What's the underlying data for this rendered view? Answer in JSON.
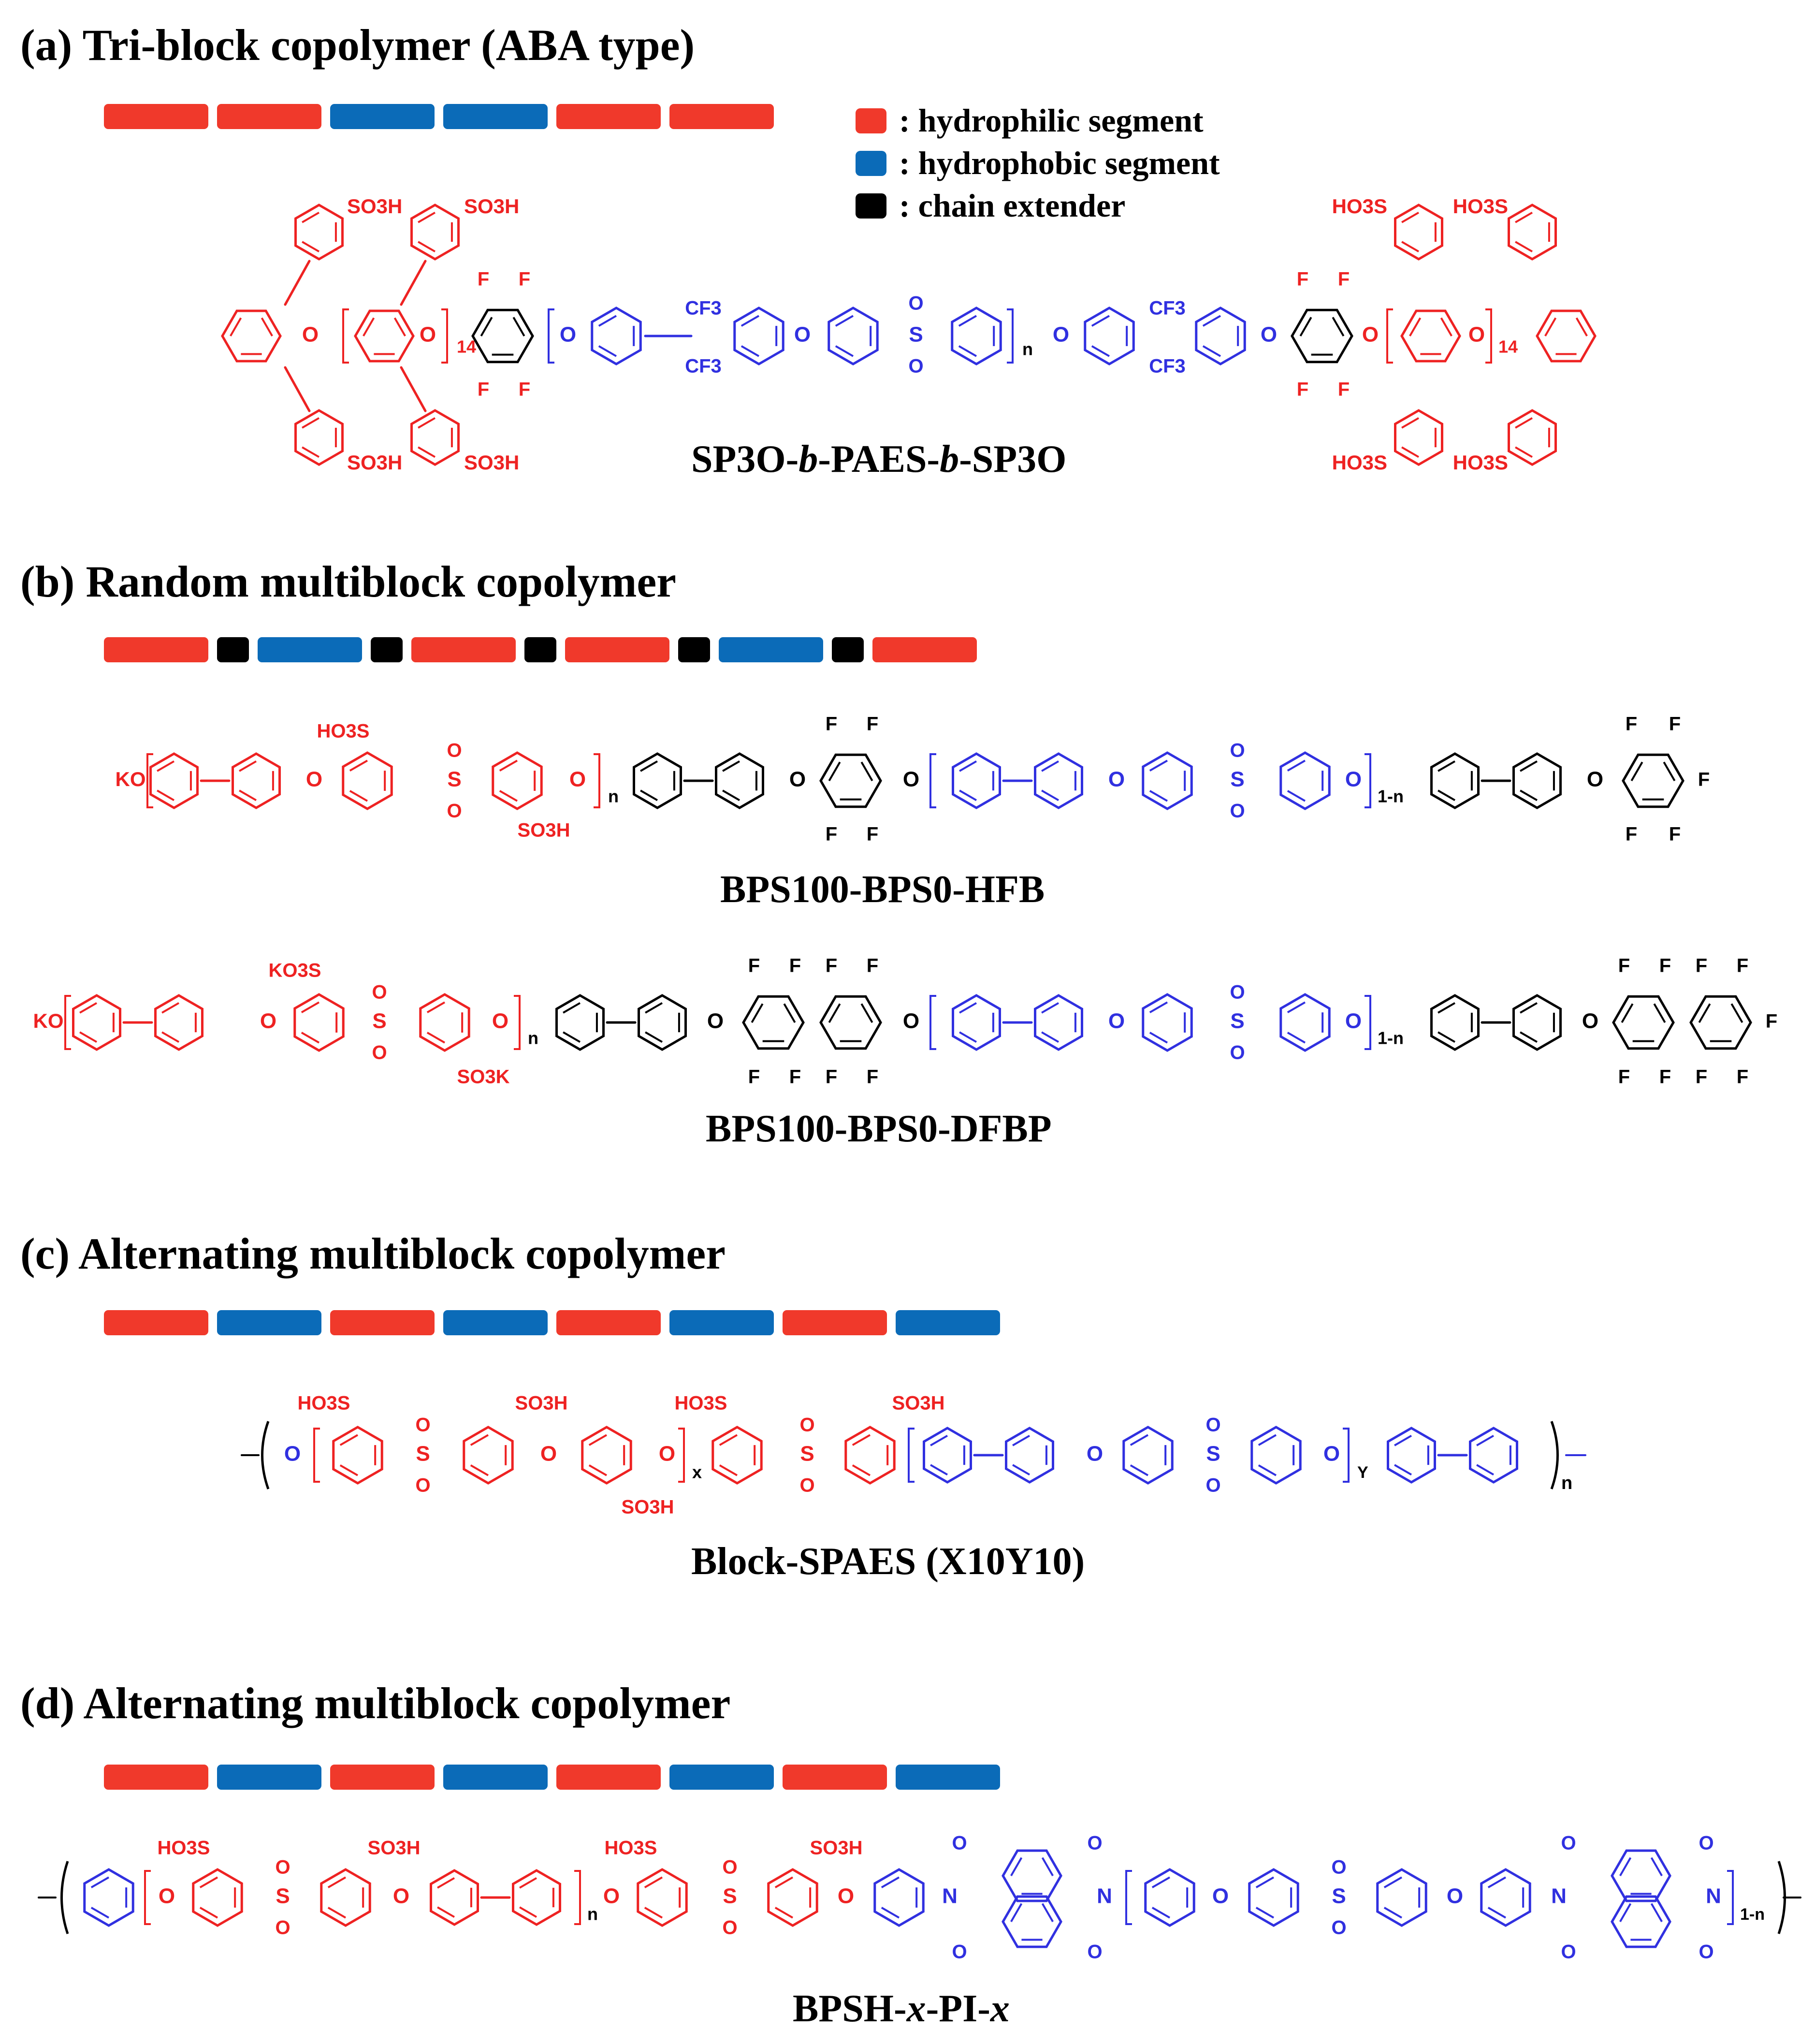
{
  "colors": {
    "hydrophilic": "#f0392b",
    "hydrophobic": "#0b6bb8",
    "extender": "#000000",
    "red_structure": "#ee2222",
    "blue_structure": "#3030e0"
  },
  "panels": [
    {
      "title": "(a)  Tri-block copolymer (ABA type)",
      "compound_pre": "SP3O-",
      "compound_b1": "b",
      "compound_mid": "-PAES-",
      "compound_b2": "b",
      "compound_post": "-SP3O",
      "blocks": [
        "hydrophilic",
        "hydrophilic",
        "hydrophobic",
        "hydrophobic",
        "hydrophilic",
        "hydrophilic"
      ]
    },
    {
      "title": "(b)  Random multiblock copolymer",
      "compound_1": "BPS100-BPS0-HFB",
      "compound_2": "BPS100-BPS0-DFBP",
      "blocks": [
        "hydrophilic",
        "extender",
        "hydrophobic",
        "extender",
        "hydrophilic",
        "extender",
        "hydrophilic",
        "extender",
        "hydrophobic",
        "extender",
        "hydrophilic"
      ]
    },
    {
      "title": "(c)  Alternating multiblock copolymer",
      "compound": "Block-SPAES (X10Y10)",
      "blocks": [
        "hydrophilic",
        "hydrophobic",
        "hydrophilic",
        "hydrophobic",
        "hydrophilic",
        "hydrophobic",
        "hydrophilic",
        "hydrophobic"
      ]
    },
    {
      "title": "(d)   Alternating multiblock copolymer",
      "compound_pre": "BPSH-",
      "compound_i1": "x",
      "compound_mid": "-PI-",
      "compound_i2": "x",
      "blocks": [
        "hydrophilic",
        "hydrophobic",
        "hydrophilic",
        "hydrophobic",
        "hydrophilic",
        "hydrophobic",
        "hydrophilic",
        "hydrophobic"
      ]
    }
  ],
  "legend": [
    {
      "color": "hydrophilic",
      "label": ": hydrophilic segment"
    },
    {
      "color": "hydrophobic",
      "label": ": hydrophobic segment"
    },
    {
      "color": "extender",
      "label": ": chain extender"
    }
  ],
  "labels": {
    "so3h": "SO3H",
    "ho3s": "HO3S",
    "so3k": "SO3K",
    "ko3s": "KO3S",
    "o": "O",
    "f": "F",
    "s": "S",
    "n": "N",
    "ko": "KO",
    "cf3": "CF3",
    "n_sub": "n",
    "one_minus_n": "1-n",
    "sub14": "14",
    "x_sub": "x",
    "y_sub": "Y"
  }
}
